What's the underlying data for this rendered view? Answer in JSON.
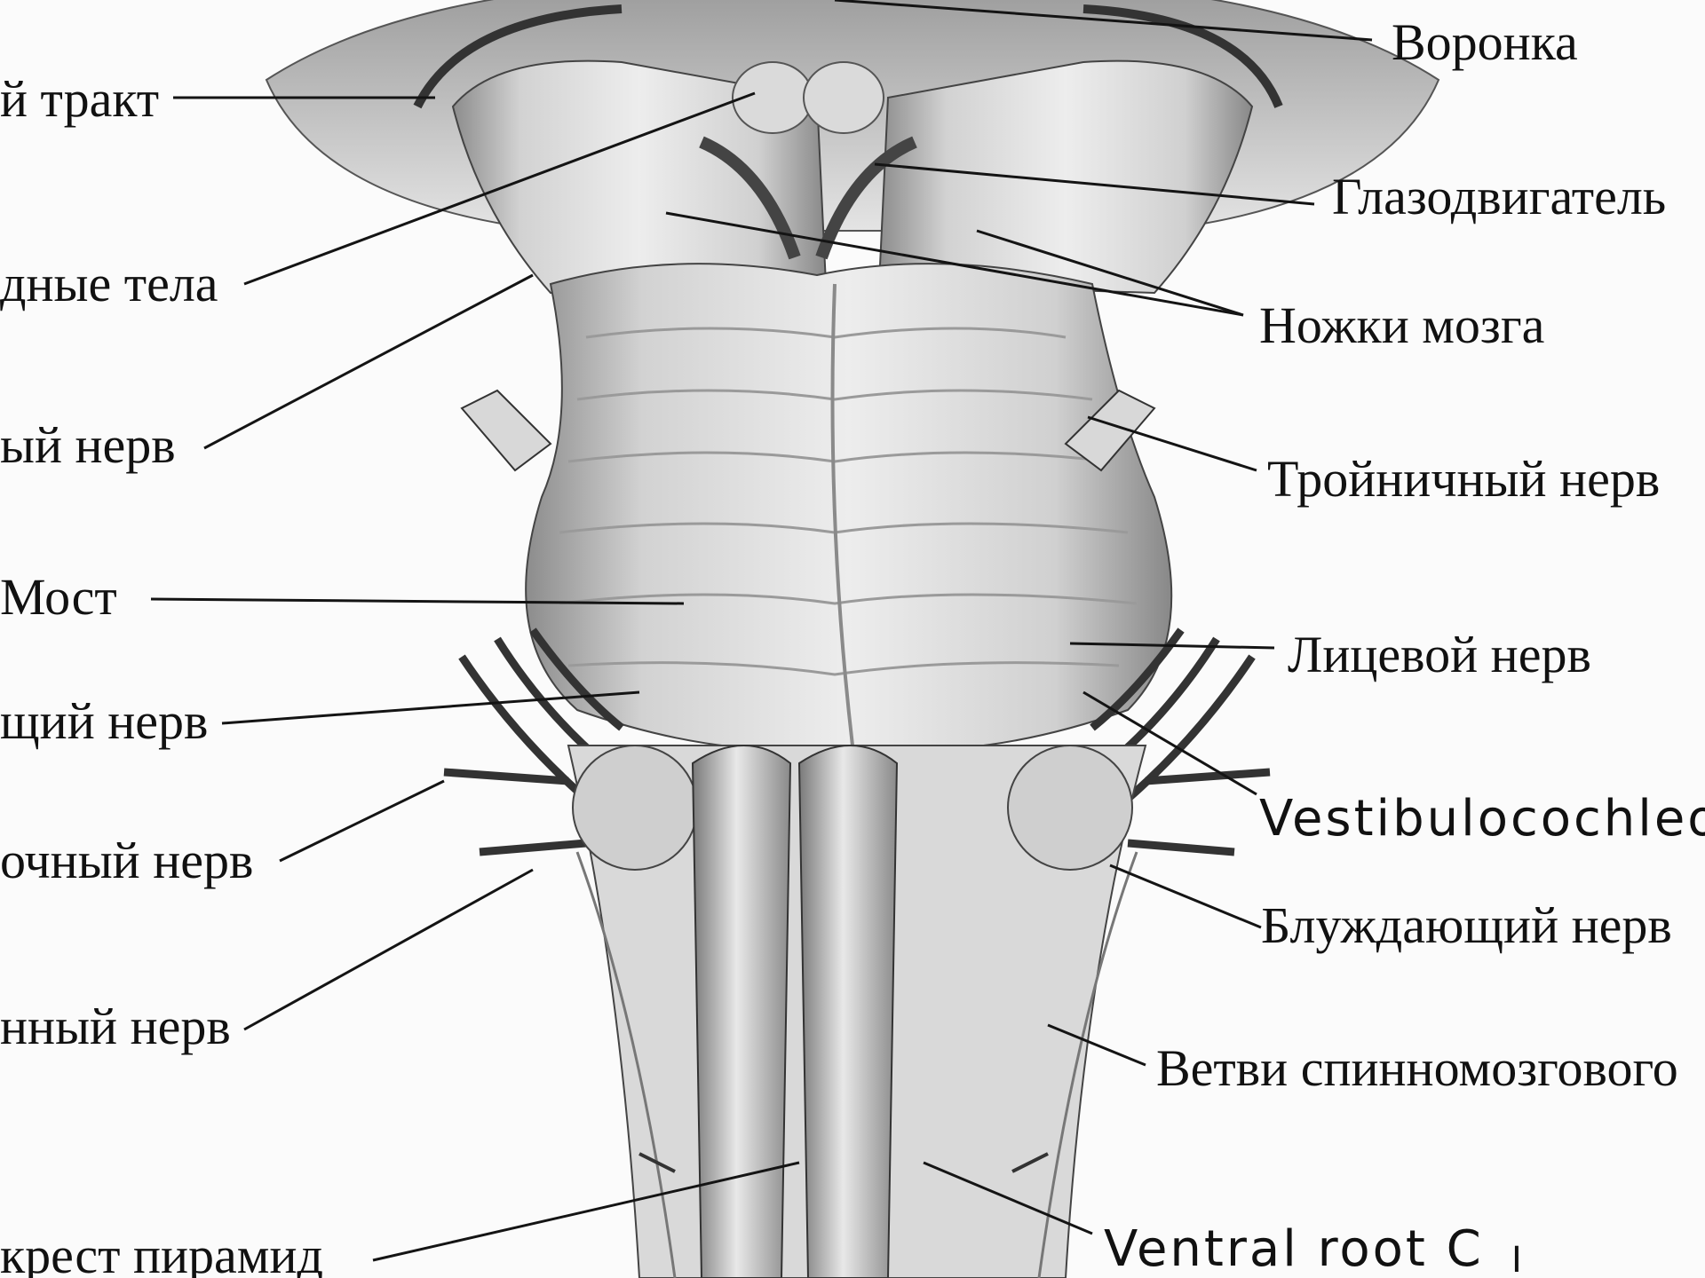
{
  "diagram": {
    "colors": {
      "ink": "#111111",
      "leader": "#141414",
      "tissue_light": "#e6e6e6",
      "tissue_mid": "#bdbdbd",
      "tissue_dark": "#6a6a6a",
      "background": "#fbfbfb"
    },
    "labels_left": [
      "й тракт",
      "дные тела",
      "ый нерв",
      "Мост",
      "щий нерв",
      "очный нерв",
      "нный нерв",
      "крест пирамид"
    ],
    "labels_right": [
      "Воронка",
      "Глазодвигатель",
      "Ножки   мозга",
      "Тройничный нерв",
      "Лицевой нерв",
      "Vestibulocochleo",
      "Блуждающий нерв",
      "Ветви спинномозгового",
      "Ventral root C",
      "I"
    ]
  }
}
